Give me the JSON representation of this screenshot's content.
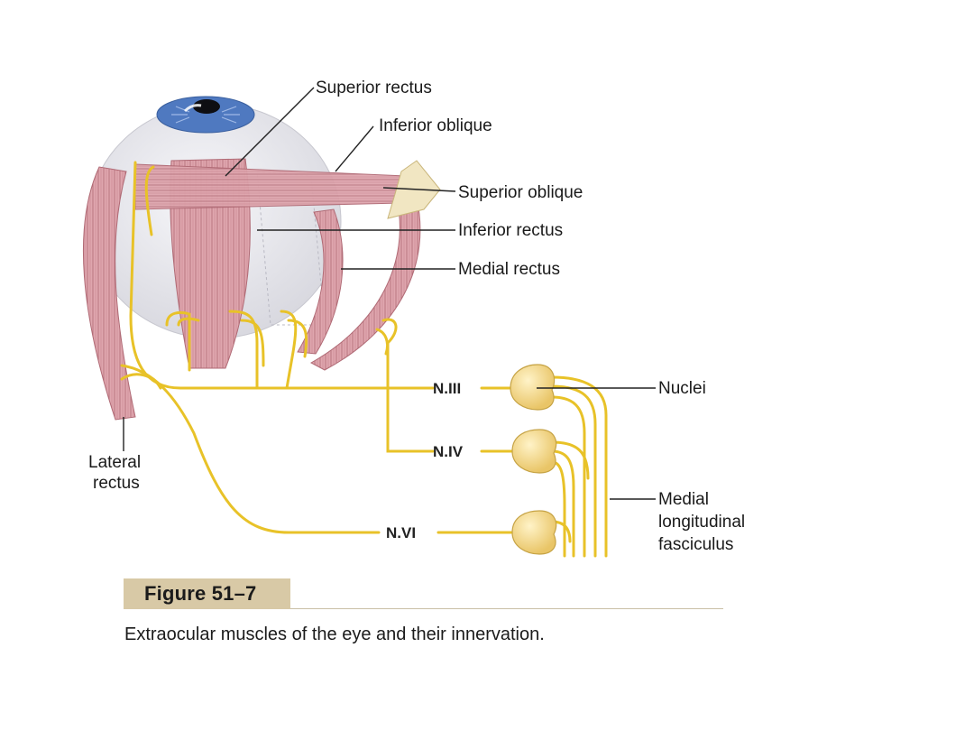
{
  "labels": {
    "superior_rectus": "Superior rectus",
    "inferior_oblique": "Inferior oblique",
    "superior_oblique": "Superior oblique",
    "inferior_rectus": "Inferior rectus",
    "medial_rectus": "Medial rectus",
    "lateral_rectus_1": "Lateral",
    "lateral_rectus_2": "rectus",
    "nuclei": "Nuclei",
    "mlf_1": "Medial",
    "mlf_2": "longitudinal",
    "mlf_3": "fasciculus"
  },
  "nerves": {
    "n3": "N.III",
    "n4": "N.IV",
    "n6": "N.VI"
  },
  "figure": {
    "title": "Figure 51–7",
    "caption": "Extraocular muscles of the eye and their innervation."
  },
  "colors": {
    "nerve": "#e8c228",
    "muscle": "#d9a0a8",
    "muscle_line": "#b06a75",
    "globe": "#e9e9ee",
    "iris": "#4f79c0",
    "nucleus": "#f3d98a",
    "caption_bar": "#d8c9a6"
  }
}
